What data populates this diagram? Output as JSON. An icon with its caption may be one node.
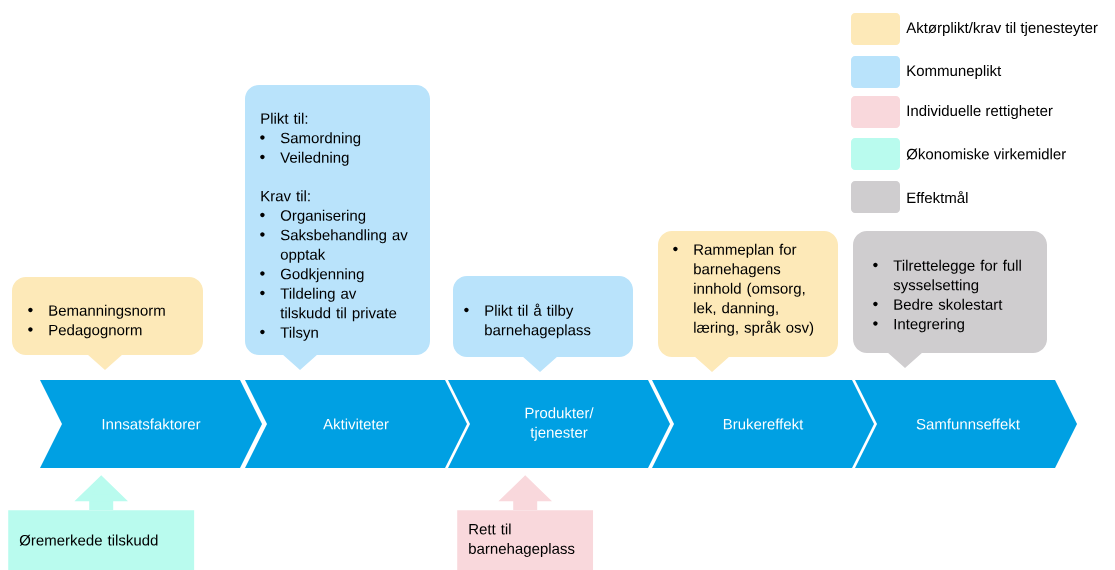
{
  "diagram": {
    "nodes": [
      {
        "text": [
          "Bemanningsnorm",
          "Pedagognorm"
        ]
      },
      {
        "text": [
          "Plikt til:",
          "Samordning",
          "Veiledning",
          "Krav til:",
          "Organisering",
          "Saksbehandling av opptak",
          "Godkjenning",
          "Tildeling av tilskudd til private",
          "Tilsyn"
        ]
      },
      {
        "text": [
          "Plikt til å tilby barnehageplass"
        ]
      },
      {
        "text": [
          "Rammeplan for barnehagens innhold (omsorg, lek, danning, læring, språk osv)"
        ]
      },
      {
        "text": [
          "Tilrettelegge for full sysselsetting",
          "Bedre skolestart",
          "Integrering"
        ]
      },
      {
        "text": [
          "Innsatsfaktorer"
        ]
      },
      {
        "text": [
          "Aktiviteter"
        ]
      },
      {
        "text": [
          "Produkter/ tjenester"
        ]
      },
      {
        "text": [
          "Brukereffekt"
        ]
      },
      {
        "text": [
          "Samfunnseffekt"
        ]
      },
      {
        "text": [
          "Øremerkede tilskudd"
        ]
      },
      {
        "text": [
          "Rett til barnehageplass"
        ]
      }
    ],
    "edges": [
      {
        "from": 10,
        "to": 5,
        "arrow": "to",
        "color": "#b9fbee"
      },
      {
        "from": 11,
        "to": 7,
        "arrow": "to",
        "color": "#f9d8dc"
      }
    ],
    "legend": [
      {
        "text": "Aktørplikt/krav  til tjenesteyter",
        "color": "#fde9b8"
      },
      {
        "text": "Kommuneplikt",
        "color": "#b9e3fb"
      },
      {
        "text": "Individuelle  rettigheter",
        "color": "#f9d8dc"
      },
      {
        "text": "Økonomiske virkemidler",
        "color": "#b9fbee"
      },
      {
        "text": "Effektmål",
        "color": "#cfcdcf"
      }
    ]
  }
}
